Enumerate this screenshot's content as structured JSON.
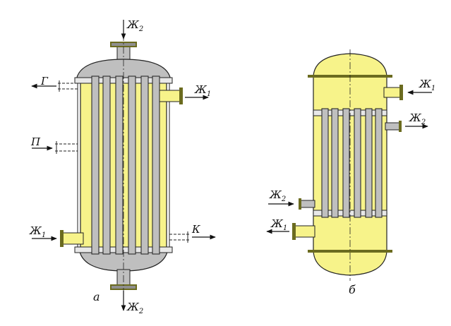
{
  "colors": {
    "shell": "#f7f38a",
    "gray": "#bfbfbf",
    "dark_gray": "#8f8f8f",
    "tube_line": "#2a2a2a",
    "flange": "#6b6b1f",
    "outline": "#222222"
  },
  "diagram_a": {
    "caption": "а",
    "labels": {
      "top_inlet": {
        "main": "Ж",
        "sub": "2"
      },
      "bottom_outlet": {
        "main": "Ж",
        "sub": "2"
      },
      "right_outlet": {
        "main": "Ж",
        "sub": "1"
      },
      "left_inlet": {
        "main": "Ж",
        "sub": "1"
      },
      "gas": {
        "main": "Г"
      },
      "steam": {
        "main": "П"
      },
      "condensate": {
        "main": "К"
      }
    }
  },
  "diagram_b": {
    "caption": "б",
    "labels": {
      "upper_right_top": {
        "main": "Ж",
        "sub": "1"
      },
      "upper_right_mid": {
        "main": "Ж",
        "sub": "2"
      },
      "lower_left_mid": {
        "main": "Ж",
        "sub": "2"
      },
      "lower_left_bottom": {
        "main": "Ж",
        "sub": "1"
      }
    }
  }
}
